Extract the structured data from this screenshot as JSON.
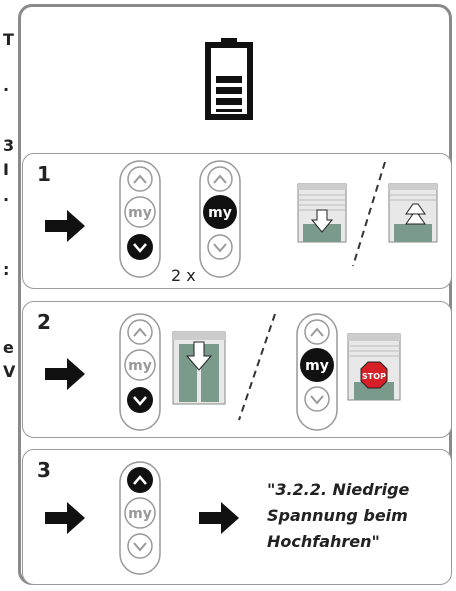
{
  "edge_fragments": [
    "T",
    ".",
    "3",
    "I",
    ".",
    ":",
    "e",
    "V"
  ],
  "steps": [
    {
      "number": "1",
      "repeat": "2 x"
    },
    {
      "number": "2"
    },
    {
      "number": "3",
      "reference": "\"3.2.2. Niedrige Spannung beim Hochfahren\""
    }
  ],
  "remote": {
    "my_label": "my"
  },
  "stop_sign": "STOP"
}
